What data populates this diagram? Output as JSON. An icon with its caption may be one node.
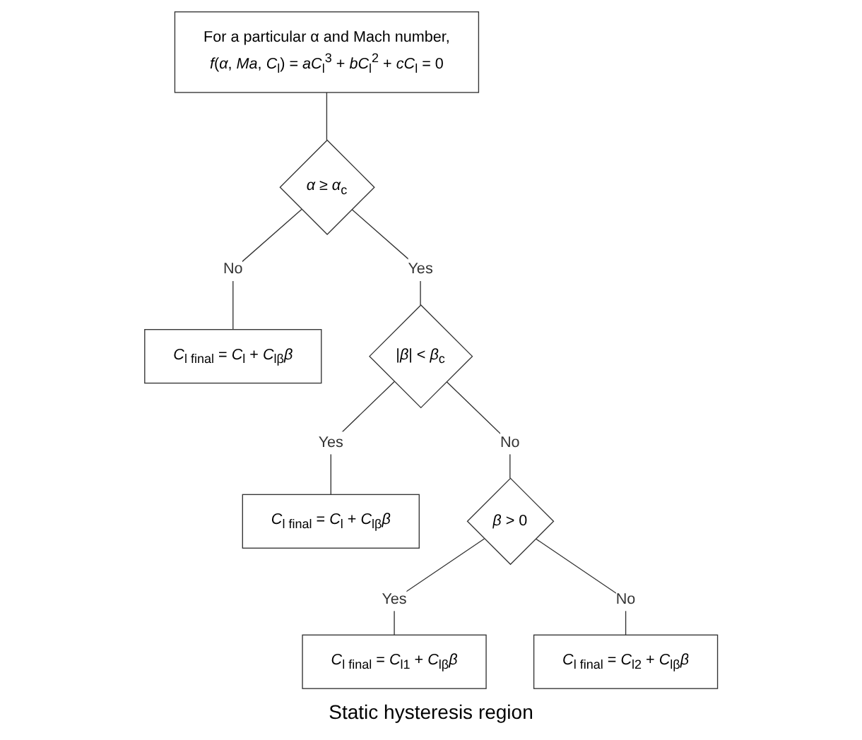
{
  "diagram": {
    "nodes": [
      {
        "text": [
          "For a particular α and Mach number,",
          "*f*(*α*, *Ma*, *C*$_{l}$) = *aC*$_{l}$$^{3}$ + *bC*$_{l}$$^{2}$ + *cC*$_{l}$ = 0"
        ]
      },
      {
        "text": [
          "*α* ≥ *α*$_{c}$"
        ]
      },
      {
        "text": [
          "*C*$_{l final}$ = *C*$_{l}$ + *C*$_{lβ}$*β*"
        ]
      },
      {
        "text": [
          "|*β*| < *β*$_{c}$"
        ]
      },
      {
        "text": [
          "*C*$_{l final}$ = *C*$_{l}$ + *C*$_{lβ}$*β*"
        ]
      },
      {
        "text": [
          "*β* > 0"
        ]
      },
      {
        "text": [
          "*C*$_{l final}$ = *C*$_{l1}$ + *C*$_{lβ}$*β*"
        ]
      },
      {
        "text": [
          "*C*$_{l final}$ = *C*$_{l2}$ + *C*$_{lβ}$*β*"
        ]
      }
    ],
    "edges": [
      {
        "from": 0,
        "to": 1,
        "arrow": "none"
      },
      {
        "from": 1,
        "to": 2,
        "label": "No",
        "arrow": "none"
      },
      {
        "from": 1,
        "to": 3,
        "label": "Yes",
        "arrow": "none"
      },
      {
        "from": 3,
        "to": 4,
        "label": "Yes",
        "arrow": "none"
      },
      {
        "from": 3,
        "to": 5,
        "label": "No",
        "arrow": "none"
      },
      {
        "from": 5,
        "to": 6,
        "label": "Yes",
        "arrow": "none"
      },
      {
        "from": 5,
        "to": 7,
        "label": "No",
        "arrow": "none"
      }
    ],
    "labels": [
      "Static hysteresis region"
    ]
  }
}
